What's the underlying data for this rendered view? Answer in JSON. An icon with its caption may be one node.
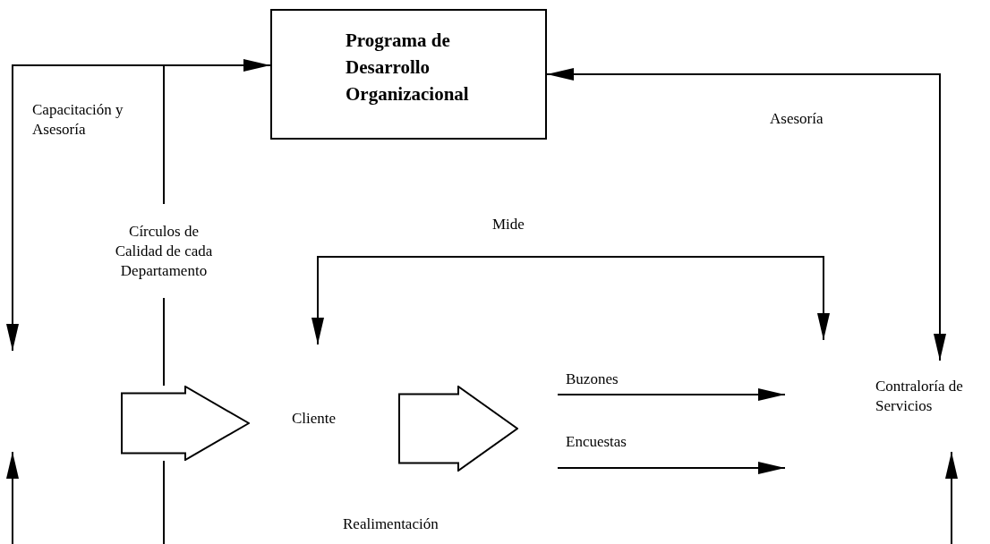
{
  "diagram": {
    "nodes": [
      {
        "text": [
          "Programa de Desarrollo Organizacional"
        ]
      },
      {
        "text": [
          "Círculos de Calidad de cada Departamento"
        ]
      },
      {
        "text": [],
        "shape": "arrow"
      },
      {
        "text": [
          "Cliente"
        ]
      },
      {
        "text": [],
        "shape": "arrow"
      },
      {
        "text": [
          "Contraloría de Servicios"
        ]
      }
    ],
    "edges": [
      {
        "from": 1,
        "to": 0,
        "arrow": "to"
      },
      {
        "from": 1,
        "to": null,
        "arrow": "to",
        "label": "Capacitación y Asesoría"
      },
      {
        "from": 5,
        "to": 0,
        "arrow": "both",
        "label": "Asesoría"
      },
      {
        "from": null,
        "to": 3,
        "arrow": "both",
        "label": "Mide"
      },
      {
        "from": 1,
        "to": 2,
        "arrow": "none"
      },
      {
        "from": 2,
        "to": null,
        "arrow": "none"
      }
    ],
    "labels": [
      "Buzones",
      "Encuestas",
      "Realimentación"
    ]
  }
}
